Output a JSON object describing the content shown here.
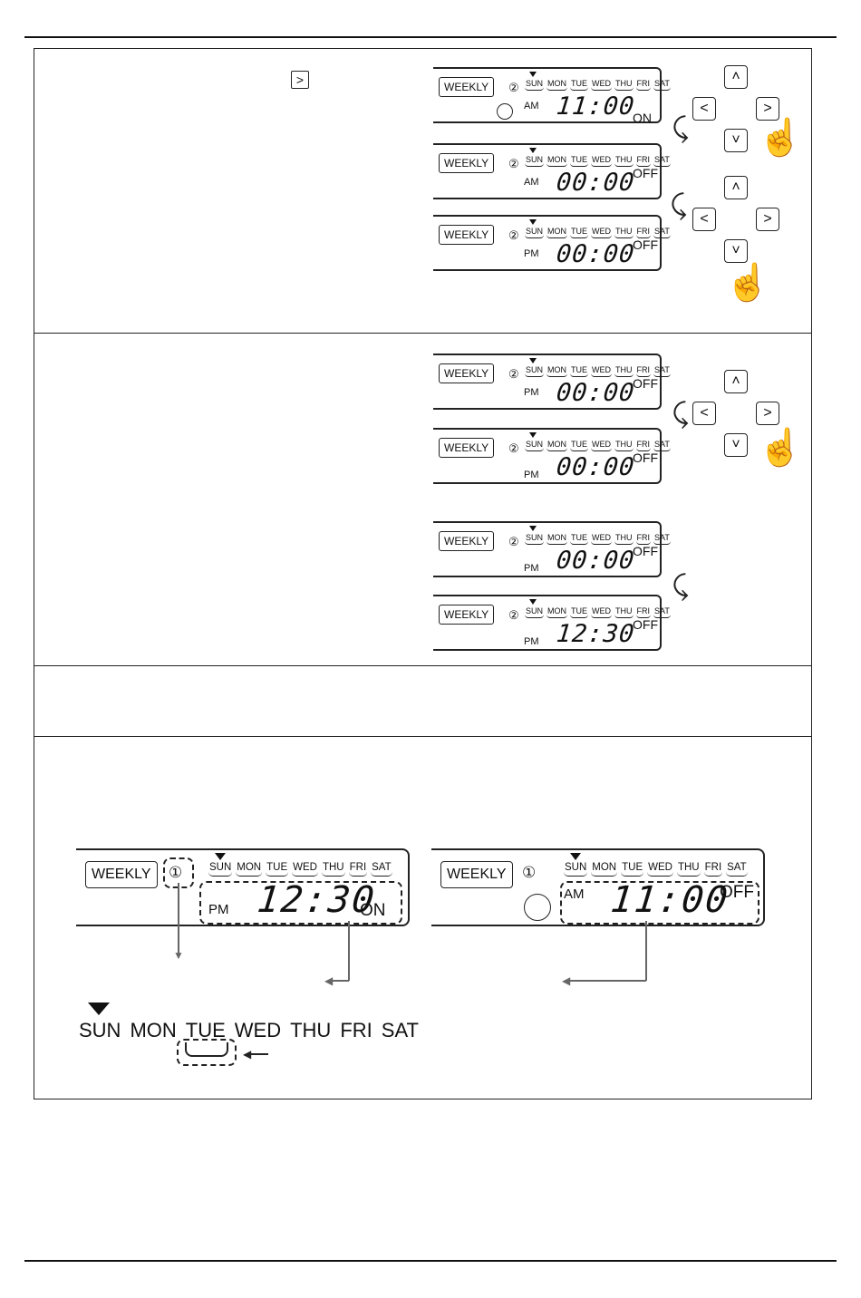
{
  "step_icon": "arrow-right-key-icon",
  "common": {
    "weekly": "WEEKLY",
    "program2": "②",
    "program1": "①",
    "days": [
      "SUN",
      "MON",
      "TUE",
      "WED",
      "THU",
      "FRI",
      "SAT"
    ]
  },
  "panels": [
    {
      "ampm": "AM",
      "time": "11:00",
      "state": "ON"
    },
    {
      "ampm": "AM",
      "time": "00:00",
      "state": "OFF"
    },
    {
      "ampm": "PM",
      "time": "00:00",
      "state": "OFF"
    },
    {
      "ampm": "PM",
      "time": "00:00",
      "state": "OFF"
    },
    {
      "ampm": "PM",
      "time": "00:00",
      "state": "OFF"
    },
    {
      "ampm": "PM",
      "time": "00:00",
      "state": "OFF"
    },
    {
      "ampm": "PM",
      "time": "12:30",
      "state": "OFF"
    }
  ],
  "big_left": {
    "ampm": "PM",
    "time": "12:30",
    "state": "ON"
  },
  "big_right": {
    "ampm": "AM",
    "time": "11:00",
    "state": "OFF"
  }
}
